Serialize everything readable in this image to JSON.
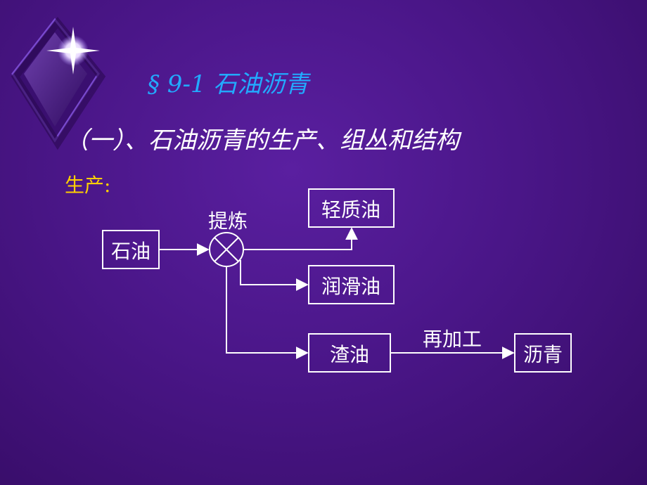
{
  "slide": {
    "title": "§ 9-1  石油沥青",
    "subtitle": "（一）、石油沥青的生产、组丛和结构",
    "section_label": "生产:"
  },
  "diagram": {
    "nodes": {
      "crude": "石油",
      "light_oil": "轻质油",
      "lube_oil": "润滑油",
      "residue": "渣油",
      "asphalt": "沥青"
    },
    "edges": {
      "refine": "提炼",
      "reprocess": "再加工"
    }
  },
  "colors": {
    "background": "#4a1688",
    "title": "#22aaff",
    "subtitle": "#ffffff",
    "section_label": "#ffd000",
    "diagram_lines": "#ffffff"
  },
  "icons": {
    "logo": "sparkle-diamond-icon",
    "process": "circle-cross-icon"
  }
}
